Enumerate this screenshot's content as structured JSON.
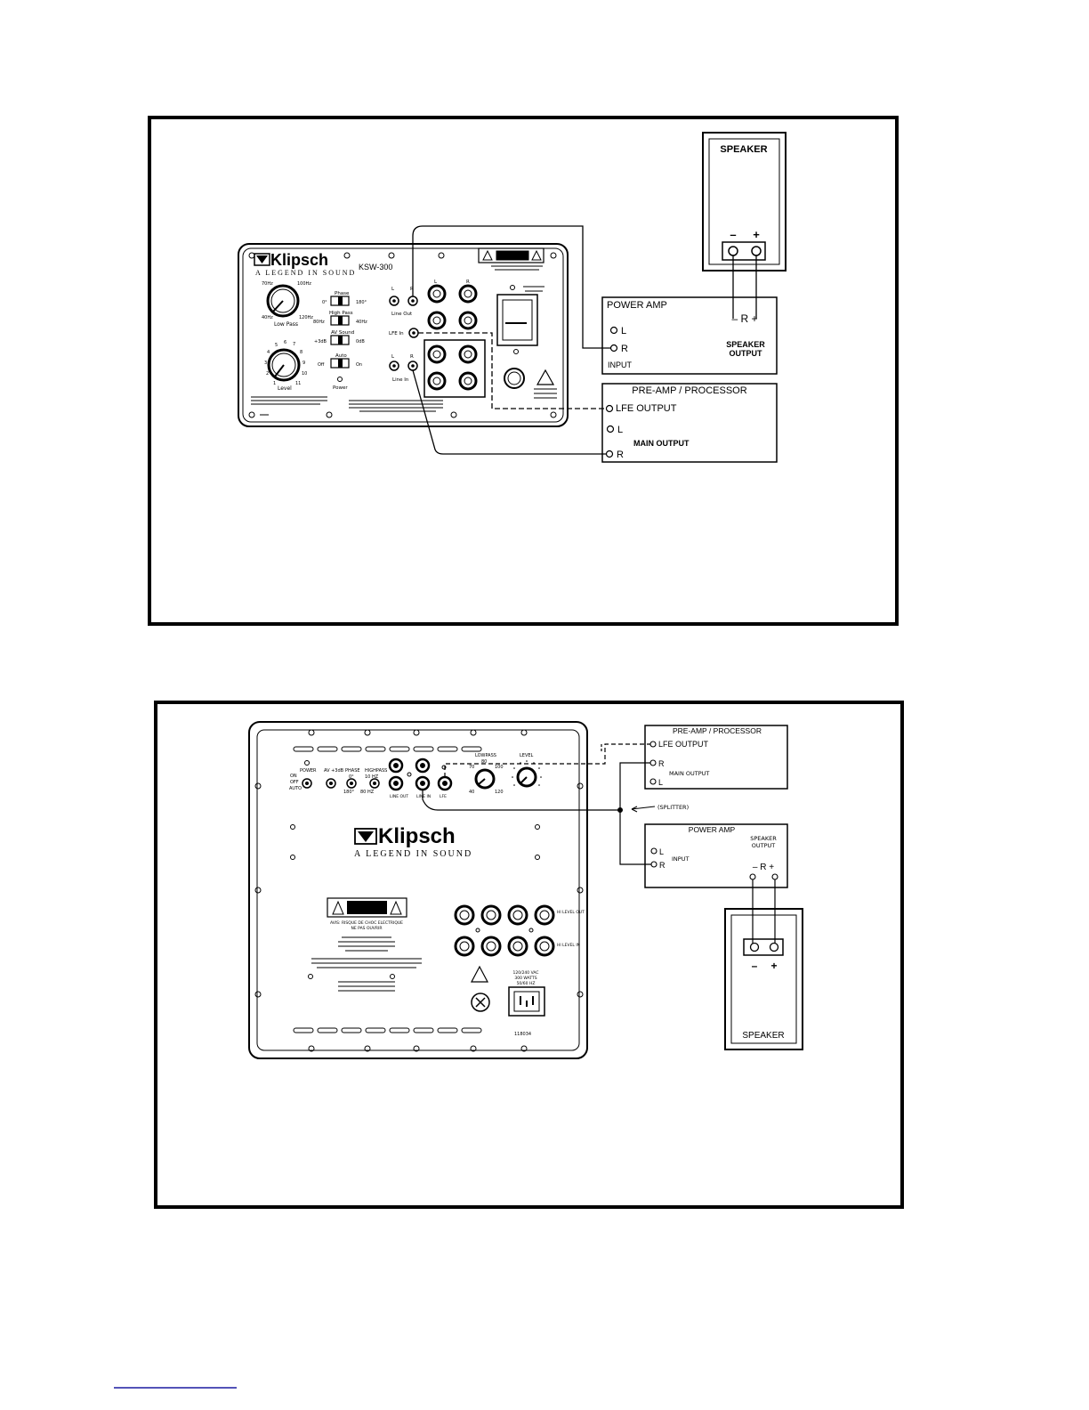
{
  "diagram1": {
    "speaker": {
      "title": "SPEAKER",
      "minus": "–",
      "plus": "+"
    },
    "power_amp": {
      "title": "POWER AMP",
      "l": "L",
      "r": "R",
      "input": "INPUT",
      "minus_r_plus": "– R +",
      "speaker_output_line1": "SPEAKER",
      "speaker_output_line2": "OUTPUT"
    },
    "preamp": {
      "title": "PRE-AMP / PROCESSOR",
      "lfe_output": "LFE OUTPUT",
      "l": "L",
      "main_output": "MAIN OUTPUT",
      "r": "R"
    },
    "panel": {
      "brand": "Klipsch",
      "tagline": "A LEGEND IN SOUND",
      "model": "KSW-300",
      "low_pass": "Low Pass",
      "lp_min": "40Hz",
      "lp_max": "120Hz",
      "lp_70": "70Hz",
      "lp_100": "100Hz",
      "phase": "Phase",
      "phase_0": "0°",
      "phase_180": "180°",
      "high_pass": "High Pass",
      "hp_80": "80Hz",
      "hp_40": "40Hz",
      "av_sound": "AV Sound",
      "av_plus3": "+3dB",
      "av_0": "0dB",
      "auto": "Auto",
      "auto_off": "Off",
      "auto_on": "On",
      "power": "Power",
      "level": "Level",
      "line_out": "Line Out",
      "line_in": "Line In",
      "lfe_in": "LFE In",
      "l": "L",
      "r": "R",
      "level_ticks": [
        "1",
        "2",
        "3",
        "4",
        "5",
        "6",
        "7",
        "8",
        "9",
        "10",
        "11"
      ]
    }
  },
  "diagram2": {
    "preamp": {
      "title": "PRE-AMP / PROCESSOR",
      "lfe_output": "LFE OUTPUT",
      "r": "R",
      "main_output": "MAIN OUTPUT",
      "l": "L"
    },
    "splitter": "(SPLITTER)",
    "power_amp": {
      "title": "POWER AMP",
      "l": "L",
      "r": "R",
      "input": "INPUT",
      "speaker_output_line1": "SPEAKER",
      "speaker_output_line2": "OUTPUT",
      "minus_r_plus": "– R +"
    },
    "speaker": {
      "title": "SPEAKER",
      "minus": "–",
      "plus": "+"
    },
    "panel": {
      "brand": "Klipsch",
      "tagline": "A LEGEND IN SOUND",
      "power": "POWER",
      "on_off_auto": [
        "ON",
        "OFF",
        "AUTO"
      ],
      "av": "AV +3dB",
      "phase": "PHASE",
      "phase_0": "0°",
      "phase_180": "180°",
      "highpass": "HIGHPASS",
      "hp_10": "10 HZ",
      "hp_80": "80 HZ",
      "line_out": "LINE OUT",
      "line_in": "LINE IN",
      "lfe": "LFE",
      "lowpass": "LOWPASS",
      "lp_80": "80",
      "lp_70": "70",
      "lp_100": "100",
      "lp_40": "40",
      "lp_120": "120",
      "level": "LEVEL",
      "hi_level_out": "HI LEVEL OUT",
      "hi_level_in": "HI LEVEL IN",
      "voltage": "120/240 VAC",
      "watts": "300 WATTS",
      "hz": "50/60 HZ",
      "part_no": "118034",
      "warning_line": "AVIS: RISQUE DE CHOC ELECTRIQUE",
      "warning_sub": "NE PAS OUVRIR"
    }
  }
}
